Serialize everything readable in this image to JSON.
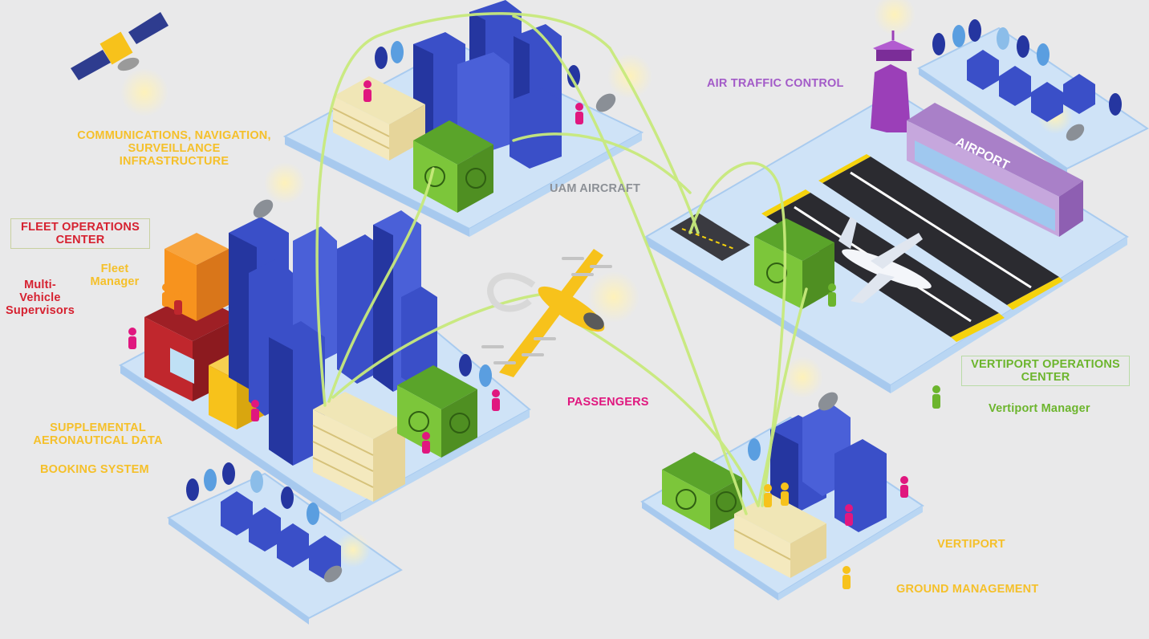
{
  "labels": {
    "cns": [
      "COMMUNICATIONS, NAVIGATION,",
      "SURVEILLANCE",
      "INFRASTRUCTURE"
    ],
    "air_traffic_control": "AIR TRAFFIC CONTROL",
    "airport_sign": "AIRPORT",
    "uam_aircraft": "UAM AIRCRAFT",
    "fleet_ops_center": [
      "FLEET OPERATIONS",
      "CENTER"
    ],
    "fleet_manager": [
      "Fleet",
      "Manager"
    ],
    "multi_vehicle": [
      "Multi-",
      "Vehicle",
      "Supervisors"
    ],
    "passengers": "PASSENGERS",
    "vertiport_ops_center": [
      "VERTIPORT OPERATIONS",
      "CENTER"
    ],
    "vertiport_manager": "Vertiport Manager",
    "supplemental": [
      "SUPPLEMENTAL",
      "AERONAUTICAL DATA"
    ],
    "booking_system": "BOOKING SYSTEM",
    "vertiport": "VERTIPORT",
    "ground_management": "GROUND MANAGEMENT"
  },
  "colors": {
    "background": "#e9e9ea",
    "platform": "#cfe3f7",
    "platform_edge": "#9fc4ea",
    "building_blue": "#3a4fc8",
    "building_dark": "#2536a0",
    "hub_green": "#7cc63a",
    "hub_dark": "#4f8f22",
    "flight_path": "#c8ea7c",
    "aircraft": "#f7c21b",
    "fleet_orange": "#f7931e",
    "fleet_red": "#c0272d",
    "atc_purple": "#9b3fb8",
    "runway": "#2b2b30",
    "runway_marking": "#f5d20c",
    "signal": "#ffe9a0",
    "label_yellow": "#f5c02a",
    "label_purple": "#a35bc8",
    "label_red": "#d62231",
    "label_magenta": "#e0177f",
    "label_green": "#6cb52d",
    "label_gray": "#8c9096"
  },
  "icons": [
    "satellite-icon",
    "satellite-dish-icon",
    "wifi-signal-icon",
    "uam-aircraft-icon",
    "airplane-icon",
    "person-icon",
    "tree-icon",
    "house-icon",
    "control-tower-icon"
  ]
}
